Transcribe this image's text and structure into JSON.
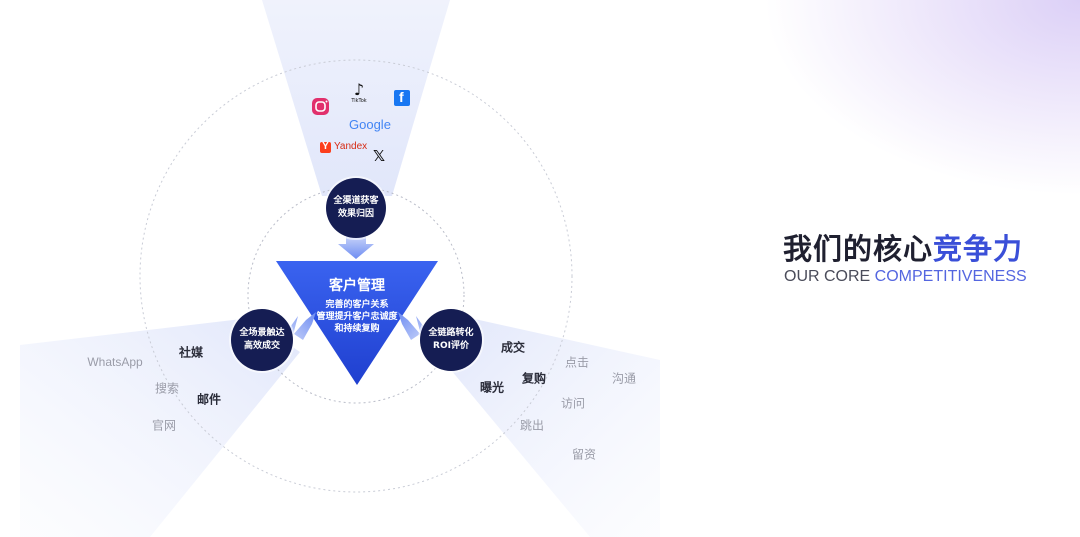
{
  "heading": {
    "title_main": "我们的核心",
    "title_highlight": "竞争力",
    "subtitle_main": "OUR CORE ",
    "subtitle_highlight": "COMPETITIVENESS"
  },
  "center": {
    "title": "客户管理",
    "line1": "完善的客户关系",
    "line2": "管理提升客户忠诚度",
    "line3": "和持续复购"
  },
  "nodes": {
    "top": {
      "line1": "全渠道获客",
      "line2": "效果归因"
    },
    "left": {
      "line1": "全场景触达",
      "line2": "高效成交"
    },
    "right": {
      "line1": "全链路转化",
      "line2": "ROI评价"
    }
  },
  "logos": {
    "tiktok": "TikTok",
    "google": "Google",
    "yandex": "Yandex",
    "x": "𝕏",
    "facebook": "f"
  },
  "left_keywords": {
    "social": "社媒",
    "whatsapp": "WhatsApp",
    "search": "搜索",
    "email": "邮件",
    "website": "官网"
  },
  "right_keywords": {
    "deal": "成交",
    "repurchase": "复购",
    "exposure": "曝光",
    "click": "点击",
    "communicate": "沟通",
    "visit": "访问",
    "bounce": "跳出",
    "leads": "留资"
  },
  "colors": {
    "accent": "#3a4fd8",
    "node_fill": "#151d53",
    "triangle_top": "#3a63f0",
    "triangle_bottom": "#1f3fcf"
  }
}
